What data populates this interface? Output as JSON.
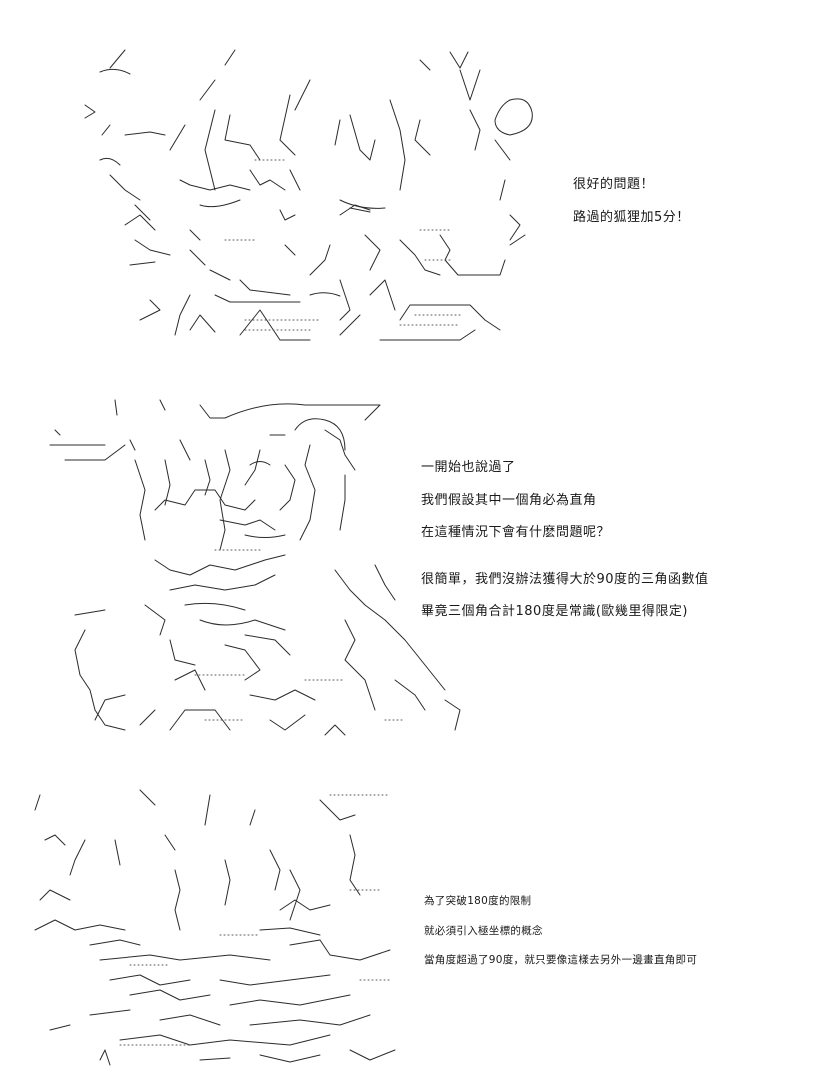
{
  "panels": [
    {
      "lines": [
        "很好的問題！",
        "路過的狐狸加5分！"
      ]
    },
    {
      "lines": [
        "一開始也說過了",
        "我們假設其中一個角必為直角",
        "在這種情況下會有什麽問題呢？",
        "很簡單，我們沒辦法獲得大於90度的三角函數值",
        "畢竟三個角合計180度是常識(歐幾里得限定)"
      ]
    },
    {
      "lines": [
        "為了突破180度的限制",
        "就必須引入極坐標的概念",
        "當角度超過了90度，就只要像這樣去另外一邊畫直角即可"
      ]
    }
  ]
}
